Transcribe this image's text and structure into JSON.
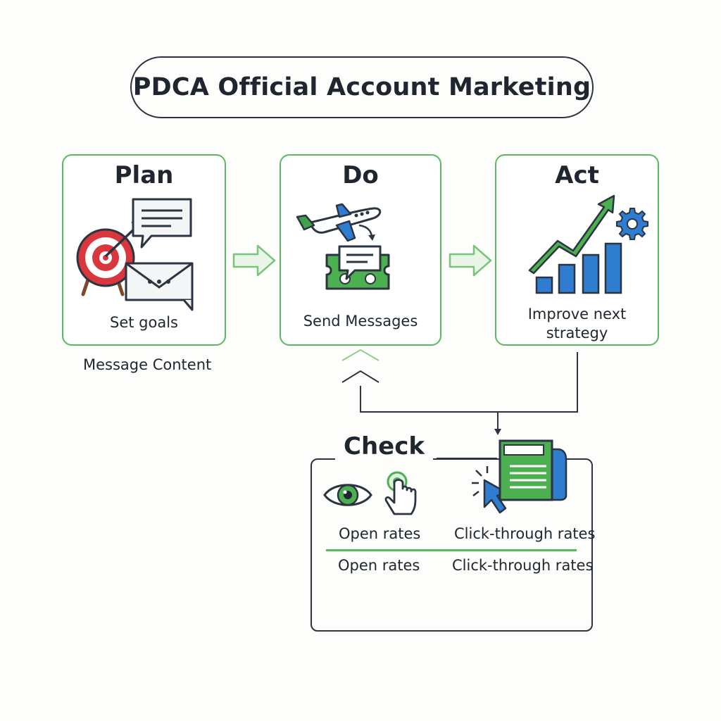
{
  "title": "PDCA Official Account Marketing",
  "plan": {
    "title": "Plan",
    "caption": "Set goals",
    "note": "Message Content"
  },
  "do": {
    "title": "Do",
    "caption": "Send Messages"
  },
  "act": {
    "title": "Act",
    "caption_line1": "Improve next",
    "caption_line2": "strategy"
  },
  "check": {
    "title": "Check",
    "row1": [
      "Open rates",
      "Click-through rates"
    ],
    "row2": [
      "Open rates",
      "Click-through rates"
    ]
  },
  "colors": {
    "green": "#5cb85c",
    "dark_green": "#2e8b3e",
    "red": "#d9363e",
    "blue": "#2f7dd1",
    "outline": "#2b3440"
  },
  "icons": [
    "target-icon",
    "speech-bubble-icon",
    "envelope-icon",
    "airplane-icon",
    "ticket-message-icon",
    "growth-chart-icon",
    "gear-icon",
    "eye-icon",
    "tap-hand-icon",
    "cursor-click-icon",
    "newsletter-icon"
  ]
}
